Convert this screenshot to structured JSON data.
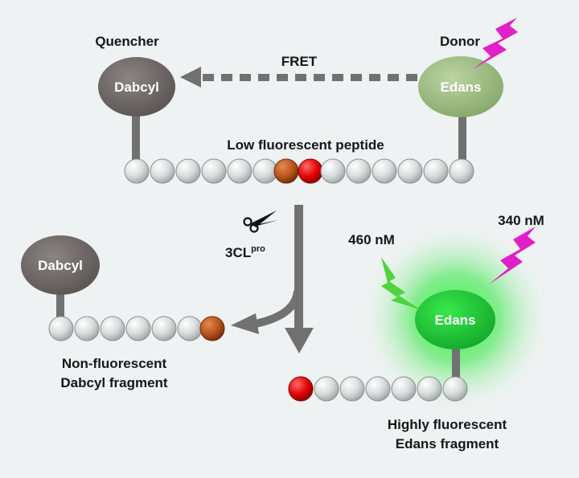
{
  "top": {
    "quencher_label": "Quencher",
    "quencher_name": "Dabcyl",
    "donor_label": "Donor",
    "donor_name": "Edans",
    "fret_label": "FRET",
    "peptide_label": "Low fluorescent peptide"
  },
  "enzyme": {
    "name": "3CL",
    "superscript": "pro",
    "icon": "scissors-icon"
  },
  "left_fragment": {
    "quencher_name": "Dabcyl",
    "caption_line1": "Non-fluorescent",
    "caption_line2": "Dabcyl fragment"
  },
  "right_fragment": {
    "donor_name": "Edans",
    "emission_label": "460 nM",
    "excitation_label": "340 nM",
    "caption_line1": "Highly fluorescent",
    "caption_line2": "Edans fragment"
  },
  "colors": {
    "quencher": "#6e6867",
    "donor_top": "#9cbb80",
    "donor_glow": "#23d13a",
    "lightning": "#e020c8",
    "emission": "#4ed43a",
    "residue": "#d8dcdc",
    "cleave_orange": "#b5531c",
    "cleave_red": "#e00000",
    "arrow": "#717171"
  }
}
